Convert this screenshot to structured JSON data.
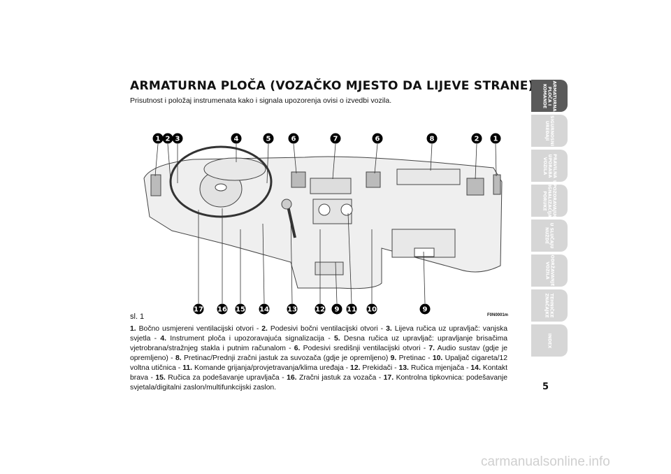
{
  "page_title": "ARMATURNA PLOČA (VOZAČKO MJESTO DA LIJEVE STRANE)",
  "subtitle": "Prisutnost i položaj instrumenata kako i signala upozorenja ovisi o izvedbi vozila.",
  "figure": {
    "caption": "sl. 1",
    "code": "F0N0001m",
    "top_callouts": [
      "1",
      "2",
      "3",
      "4",
      "5",
      "6",
      "7",
      "6",
      "8",
      "2",
      "1"
    ],
    "bottom_callouts": [
      "17",
      "16",
      "15",
      "14",
      "13",
      "12",
      "9",
      "11",
      "10",
      "9"
    ]
  },
  "description": [
    {
      "n": "1.",
      "t": " Bočno usmjereni ventilacijski otvori - "
    },
    {
      "n": "2.",
      "t": " Podesivi bočni ventilacijski otvori - "
    },
    {
      "n": "3.",
      "t": " Lijeva ručica uz upravljač: vanjska svjetla - "
    },
    {
      "n": "4.",
      "t": " Instrument ploča i upozoravajuća signalizacija - "
    },
    {
      "n": "5.",
      "t": " Desna ručica uz upravljač: upravljanje brisačima vjetrobrana/stražnjeg stakla i putnim računalom - "
    },
    {
      "n": "6.",
      "t": " Podesivi središnji ventilacijski otvori - "
    },
    {
      "n": "7.",
      "t": " Audio sustav (gdje je opremljeno) - "
    },
    {
      "n": "8.",
      "t": " Pretinac/Prednji zračni jastuk za suvozača (gdje je opremljeno) "
    },
    {
      "n": "9.",
      "t": " Pretinac - "
    },
    {
      "n": "10.",
      "t": " Upaljač cigareta/12 voltna utičnica - "
    },
    {
      "n": "11.",
      "t": " Komande grijanja/provjetravanja/klima uređaja - "
    },
    {
      "n": "12.",
      "t": " Prekidači - "
    },
    {
      "n": "13.",
      "t": " Ručica mjenjača - "
    },
    {
      "n": "14.",
      "t": " Kontakt brava - "
    },
    {
      "n": "15.",
      "t": " Ručica za podešavanje upravljača - "
    },
    {
      "n": "16.",
      "t": " Zračni jastuk za vozača - "
    },
    {
      "n": "17.",
      "t": " Kontrolna tipkovnica: podešavanje svjetala/digitalni zaslon/multifunkcijski zaslon."
    }
  ],
  "side_nav": [
    {
      "label": "ARMATURNA\nPLOČA I\nKOMANDE",
      "active": true
    },
    {
      "label": "SIGURNOSNI\nUREĐAJI",
      "active": false
    },
    {
      "label": "PRAVILNA\nUPORABA\nVOZILA",
      "active": false
    },
    {
      "label": "UPOZORAVAJUĆA\nSIGNALIZACIJA I\nPORUKE",
      "active": false
    },
    {
      "label": "U SLUČAJU\nNUŽDE",
      "active": false
    },
    {
      "label": "ODRŽAVANJE\nVOZILA",
      "active": false
    },
    {
      "label": "TEHNIČKE\nZNAČAJKE",
      "active": false
    },
    {
      "label": "INDEX",
      "active": false
    }
  ],
  "page_number": "5",
  "watermark": "carmanualsonline.info"
}
